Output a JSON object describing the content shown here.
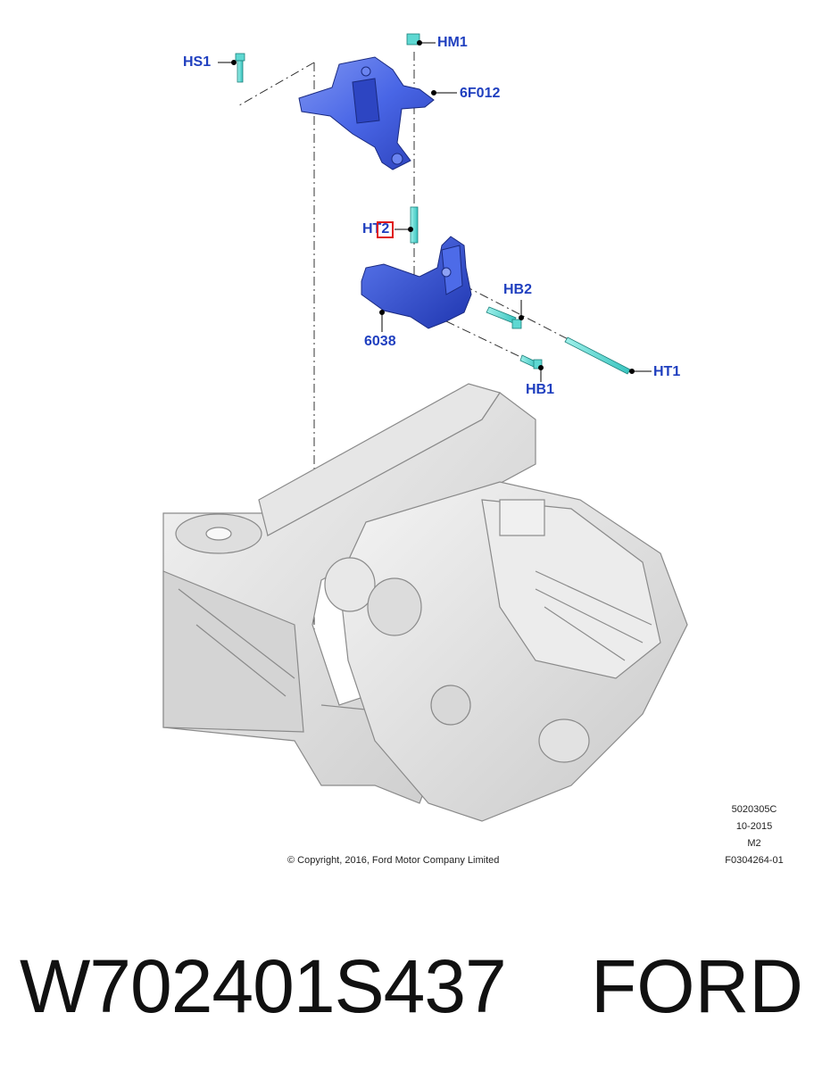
{
  "callouts": {
    "hs1": "HS1",
    "hm1": "HM1",
    "f6012": "6F012",
    "ht2": "HT2",
    "hb2": "HB2",
    "c6038": "6038",
    "ht1": "HT1",
    "hb1": "HB1"
  },
  "footer": {
    "copyright": "© Copyright, 2016, Ford Motor Company Limited",
    "code": "5020305C",
    "date": "10-2015",
    "market": "M2",
    "figure": "F0304264-01"
  },
  "caption": {
    "part_number": "W702401S437",
    "brand": "FORD"
  },
  "colors": {
    "callout_text": "#1f3fbf",
    "mount_blue": "#3f5fe0",
    "fastener_cyan": "#4fd6d0",
    "highlight_red": "#e01a1a"
  }
}
